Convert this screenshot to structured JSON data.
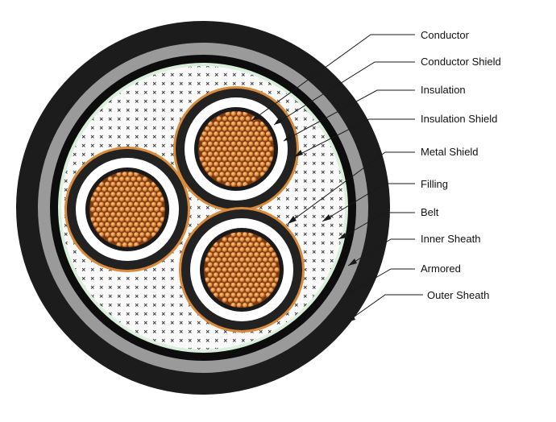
{
  "labels": [
    "Conductor",
    "Conductor Shield",
    "Insulation",
    "Insulation Shield",
    "Metal Shield",
    "Filling",
    "Belt",
    "Inner Sheath",
    "Armored",
    "Outer Sheath"
  ],
  "colors": {
    "outer_sheath": "#1c1c1c",
    "armor": "#9a9a9a",
    "inner_sheath": "#0d0d0d",
    "belt": "#d9efdc",
    "filling_bg": "#fafafa",
    "filling_mark": "#3c3c3c",
    "copper_tape": "#d98a3a",
    "insulation_shield": "#222222",
    "insulation": "#ffffff",
    "conductor": "#7a3a12",
    "strand": "#e59a52",
    "leader": "#1a1a1a"
  }
}
